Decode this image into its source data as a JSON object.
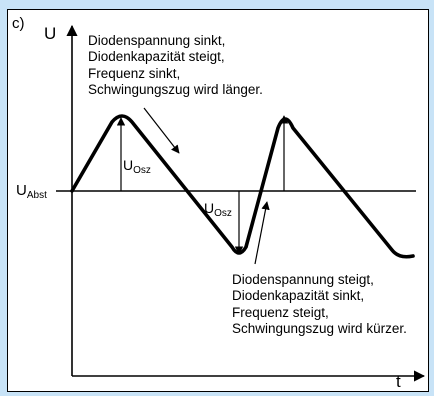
{
  "panel_letter": "c)",
  "y_axis_label": "U",
  "x_axis_label": "t",
  "baseline": {
    "main": "U",
    "sub": "Abst"
  },
  "amplitude_upper": {
    "main": "U",
    "sub": "Osz"
  },
  "amplitude_lower": {
    "main": "U",
    "sub": "Osz"
  },
  "note_top": [
    "Diodenspannung sinkt,",
    "Diodenkapazität steigt,",
    "Frequenz sinkt,",
    "Schwingungszug wird länger."
  ],
  "note_bottom": [
    "Diodenspannung steigt,",
    "Diodenkapazität sinkt,",
    "Frequenz steigt,",
    "Schwingungszug wird kürzer."
  ],
  "colors": {
    "frame_background": "#c8e3f7",
    "panel_background": "#ffffff",
    "ink": "#000000"
  }
}
